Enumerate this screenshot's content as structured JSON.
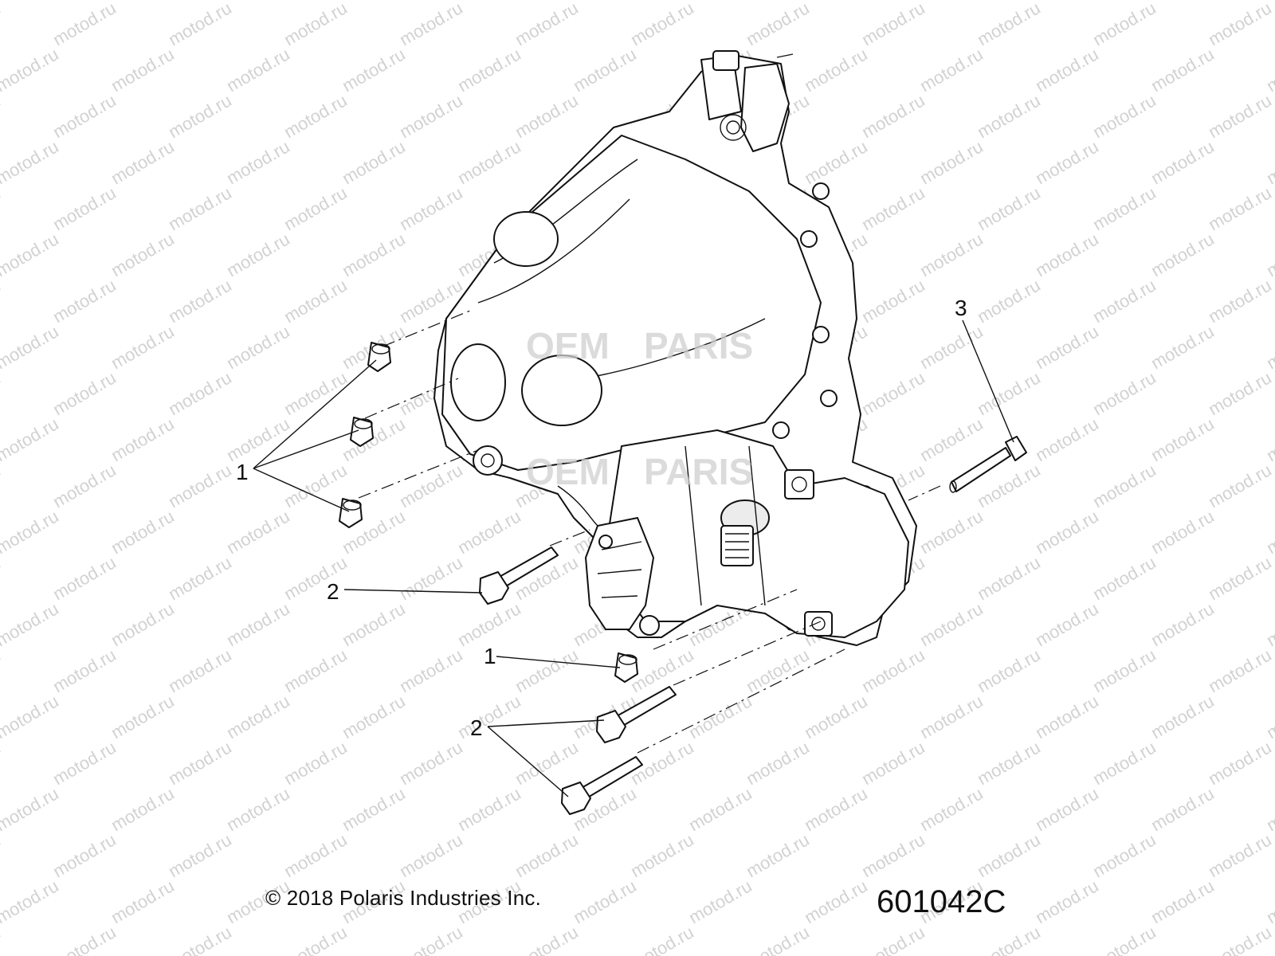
{
  "watermark": {
    "text": "motod.ru",
    "color": "#d2d2d2",
    "oem_overlay": [
      "OEM",
      "PARIS"
    ]
  },
  "callouts": [
    {
      "id": "nut-group-upper",
      "label": "1"
    },
    {
      "id": "bolt-single-middle",
      "label": "2"
    },
    {
      "id": "nut-single-lower",
      "label": "1"
    },
    {
      "id": "bolt-group-lower",
      "label": "2"
    },
    {
      "id": "long-bolt-right",
      "label": "3"
    }
  ],
  "footer": {
    "copyright": "© 2018 Polaris Industries Inc.",
    "part_number": "601042C"
  },
  "colors": {
    "line": "#111111",
    "background": "#ffffff",
    "shade": "#ececec"
  }
}
